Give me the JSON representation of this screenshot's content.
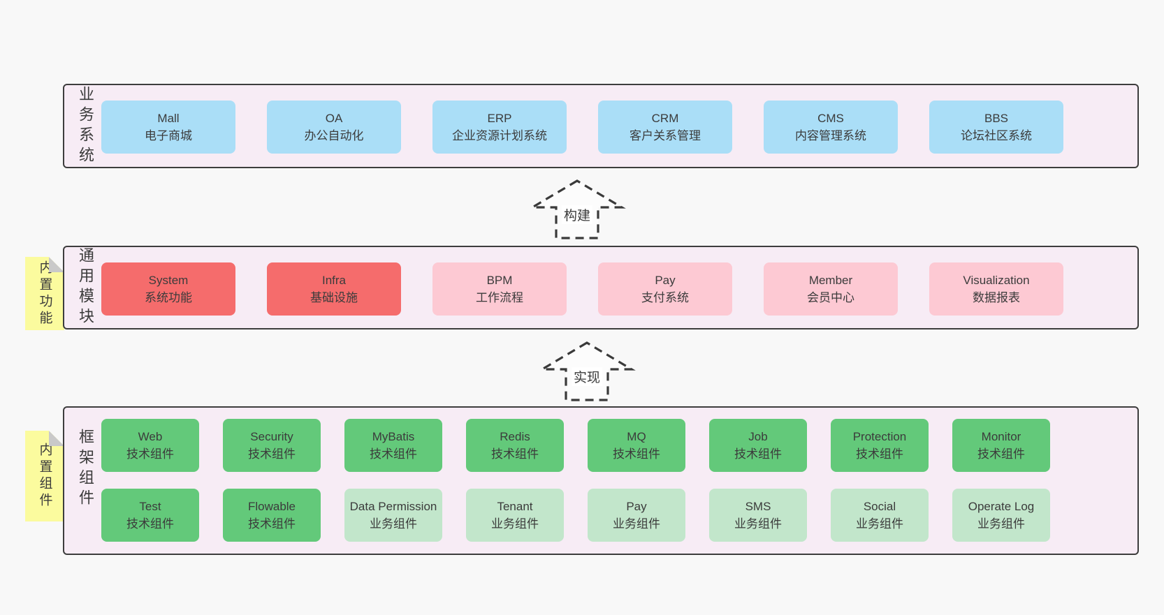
{
  "colors": {
    "page_bg": "#f8f8f8",
    "panel_bg": "#f7ecf5",
    "panel_border": "#3d3d3d",
    "blue_box": "#aadef7",
    "red_box": "#f56c6c",
    "pink_box": "#fdc9d3",
    "green_box": "#63c97a",
    "light_green_box": "#c2e6cb",
    "sticky_yellow": "#fbfb9e",
    "fold_gray": "#c9c9c9",
    "text": "#3b3b3b"
  },
  "arrows": [
    {
      "label": "构建"
    },
    {
      "label": "实现"
    }
  ],
  "sections": [
    {
      "title": "业务系统",
      "boxes": [
        {
          "name": "Mall",
          "desc": "电子商城"
        },
        {
          "name": "OA",
          "desc": "办公自动化"
        },
        {
          "name": "ERP",
          "desc": "企业资源计划系统"
        },
        {
          "name": "CRM",
          "desc": "客户关系管理"
        },
        {
          "name": "CMS",
          "desc": "内容管理系统"
        },
        {
          "name": "BBS",
          "desc": "论坛社区系统"
        }
      ]
    },
    {
      "title": "通用模块",
      "tab": "内置功能",
      "boxes": [
        {
          "name": "System",
          "desc": "系统功能"
        },
        {
          "name": "Infra",
          "desc": "基础设施"
        },
        {
          "name": "BPM",
          "desc": "工作流程"
        },
        {
          "name": "Pay",
          "desc": "支付系统"
        },
        {
          "name": "Member",
          "desc": "会员中心"
        },
        {
          "name": "Visualization",
          "desc": "数据报表"
        }
      ]
    },
    {
      "title": "框架组件",
      "tab": "内置组件",
      "rows": [
        [
          {
            "name": "Web",
            "desc": "技术组件"
          },
          {
            "name": "Security",
            "desc": "技术组件"
          },
          {
            "name": "MyBatis",
            "desc": "技术组件"
          },
          {
            "name": "Redis",
            "desc": "技术组件"
          },
          {
            "name": "MQ",
            "desc": "技术组件"
          },
          {
            "name": "Job",
            "desc": "技术组件"
          },
          {
            "name": "Protection",
            "desc": "技术组件"
          },
          {
            "name": "Monitor",
            "desc": "技术组件"
          }
        ],
        [
          {
            "name": "Test",
            "desc": "技术组件"
          },
          {
            "name": "Flowable",
            "desc": "技术组件"
          },
          {
            "name": "Data Permission",
            "desc": "业务组件"
          },
          {
            "name": "Tenant",
            "desc": "业务组件"
          },
          {
            "name": "Pay",
            "desc": "业务组件"
          },
          {
            "name": "SMS",
            "desc": "业务组件"
          },
          {
            "name": "Social",
            "desc": "业务组件"
          },
          {
            "name": "Operate Log",
            "desc": "业务组件"
          }
        ]
      ]
    }
  ]
}
